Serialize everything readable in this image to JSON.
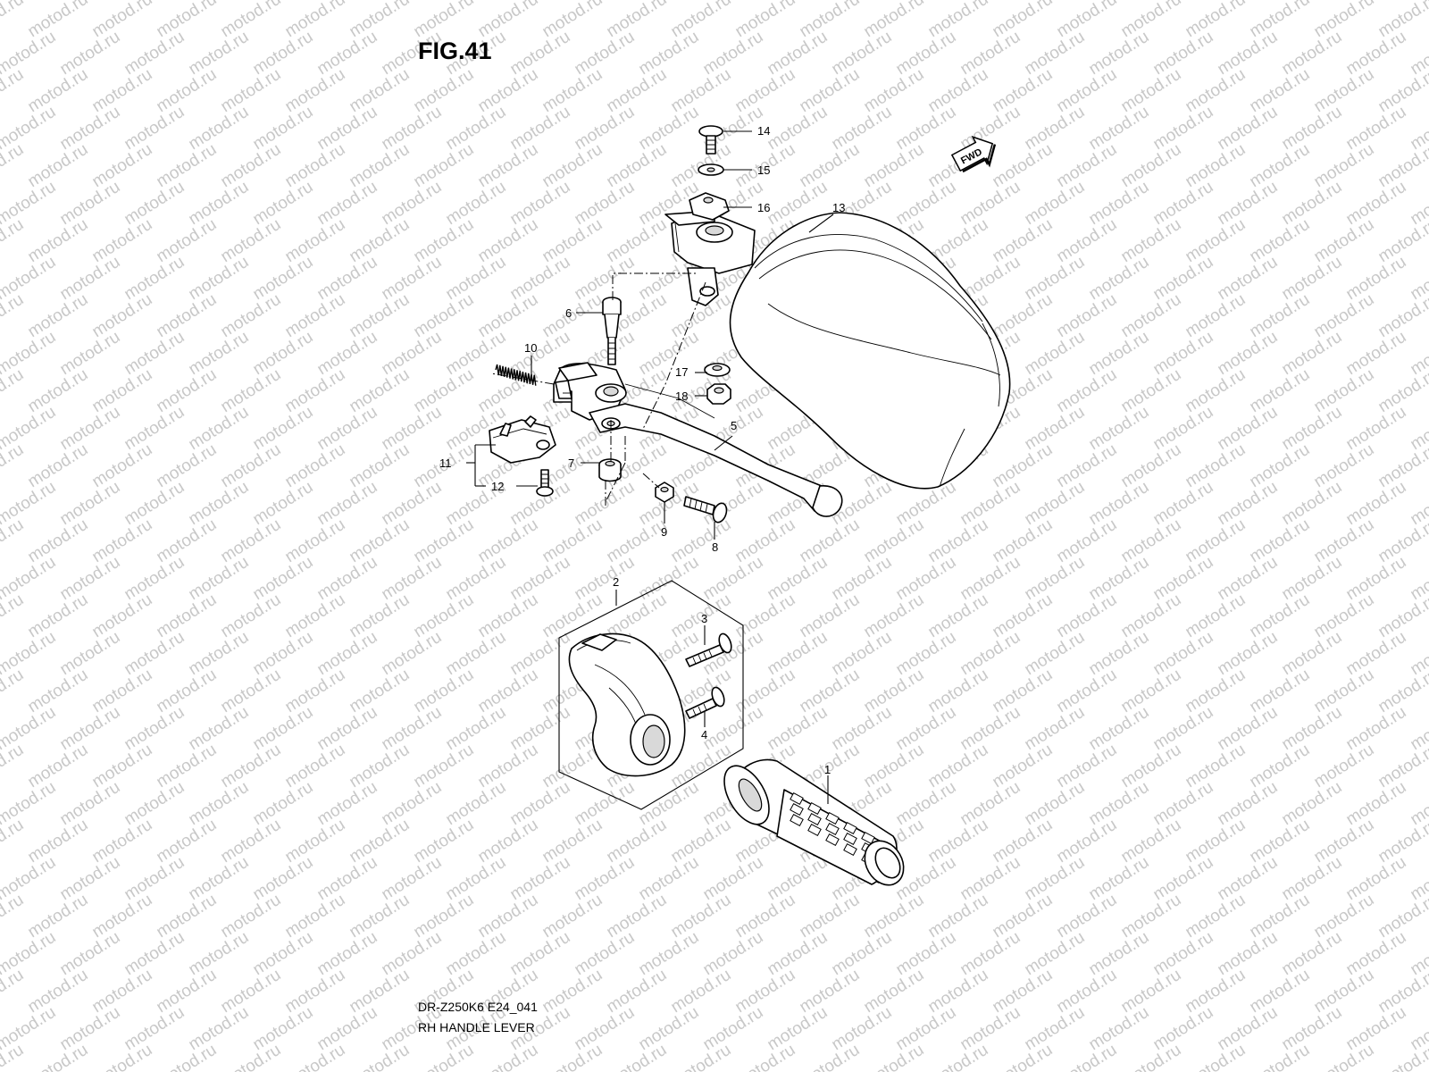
{
  "figure": {
    "title": "FIG.41",
    "watermark_text": "motod.ru",
    "fwd_label": "FWD",
    "model_code": "DR-Z250K6 E24_041",
    "caption": "RH HANDLE LEVER"
  },
  "callouts": [
    {
      "id": "14",
      "label": "14"
    },
    {
      "id": "15",
      "label": "15"
    },
    {
      "id": "16",
      "label": "16"
    },
    {
      "id": "13",
      "label": "13"
    },
    {
      "id": "6",
      "label": "6"
    },
    {
      "id": "10",
      "label": "10"
    },
    {
      "id": "17",
      "label": "17"
    },
    {
      "id": "18",
      "label": "18"
    },
    {
      "id": "5",
      "label": "5"
    },
    {
      "id": "11",
      "label": "11"
    },
    {
      "id": "7",
      "label": "7"
    },
    {
      "id": "12",
      "label": "12"
    },
    {
      "id": "9",
      "label": "9"
    },
    {
      "id": "8",
      "label": "8"
    },
    {
      "id": "2",
      "label": "2"
    },
    {
      "id": "3",
      "label": "3"
    },
    {
      "id": "4",
      "label": "4"
    },
    {
      "id": "1",
      "label": "1"
    }
  ]
}
